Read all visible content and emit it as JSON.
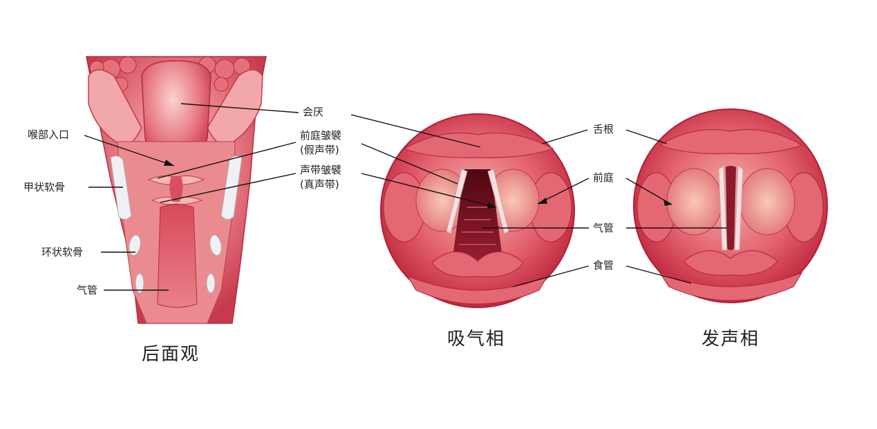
{
  "captions": {
    "posterior_view": "后面观",
    "inspiration_phase": "吸气相",
    "phonation_phase": "发声相"
  },
  "labels": {
    "epiglottis": "会厌",
    "laryngeal_inlet": "喉部入口",
    "vestibular_fold": "前庭皱襞",
    "false_vocal_cord": "(假声带)",
    "vocal_fold": "声带皱襞",
    "true_vocal_cord": "(真声带)",
    "thyroid_cartilage": "甲状软骨",
    "cricoid_cartilage": "环状软骨",
    "trachea_left": "气管",
    "tongue_root": "舌根",
    "vestibule": "前庭",
    "trachea_right": "气管",
    "esophagus": "食管"
  },
  "colors": {
    "tissue_dark": "#c8324a",
    "tissue_mid": "#e0606e",
    "tissue_light": "#f3a6a8",
    "cartilage": "#eef0f4",
    "airway_dark": "#7a1020"
  }
}
